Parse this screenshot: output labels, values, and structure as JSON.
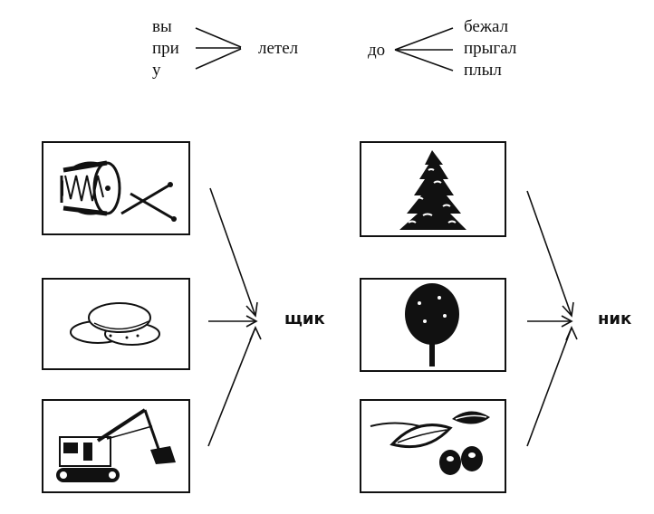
{
  "word_families": [
    {
      "prefixes": [
        "вы",
        "при",
        "у"
      ],
      "root": "летел"
    },
    {
      "prefix": "до",
      "roots": [
        "бежал",
        "прыгал",
        "плыл"
      ]
    }
  ],
  "suffix_groups": [
    {
      "suffix": "щик",
      "pictures": [
        "drum-icon",
        "pancakes-icon",
        "excavator-icon"
      ]
    },
    {
      "suffix": "ник",
      "pictures": [
        "spruce-icon",
        "birch-icon",
        "lingonberry-icon"
      ]
    }
  ]
}
